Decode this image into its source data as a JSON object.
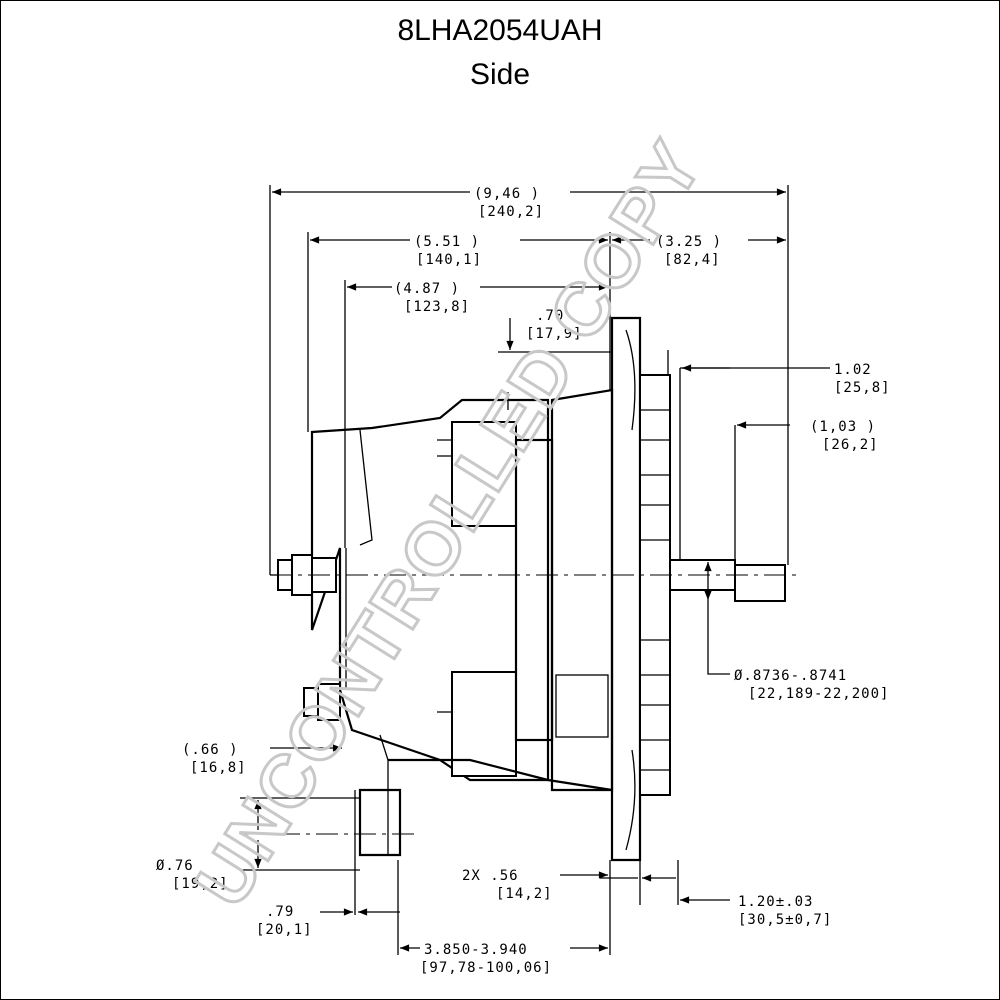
{
  "title": "8LHA2054UAH",
  "subtitle": "Side",
  "watermark": "UNCONTROLLED COPY",
  "dimensions": {
    "overall_len": "(9,46   )",
    "overall_len_mm": "[240,2]",
    "rear_len": "(5.51   )",
    "rear_len_mm": "[140,1]",
    "front_len": "(3.25   )",
    "front_len_mm": "[82,4]",
    "mid_len": "(4.87   )",
    "mid_len_mm": "[123,8]",
    "flange": ".70",
    "flange_mm": "[17,9]",
    "shaft1": "1.02",
    "shaft1_mm": "[25,8]",
    "shaft2": "(1,03   )",
    "shaft2_mm": "[26,2]",
    "shaft_dia": "Ø.8736-.8741",
    "shaft_dia_mm": "[22,189-22,200]",
    "mount_off": "(.66   )",
    "mount_off_mm": "[16,8]",
    "hole_dia": "Ø.76",
    "hole_dia_mm": "[19,2]",
    "boss": ".79",
    "boss_mm": "[20,1]",
    "width2x": "2X  .56",
    "width2x_mm": "[14,2]",
    "span": "3.850-3.940",
    "span_mm": "[97,78-100,06]",
    "pulley": "1.20±.03",
    "pulley_mm": "[30,5±0,7]"
  }
}
